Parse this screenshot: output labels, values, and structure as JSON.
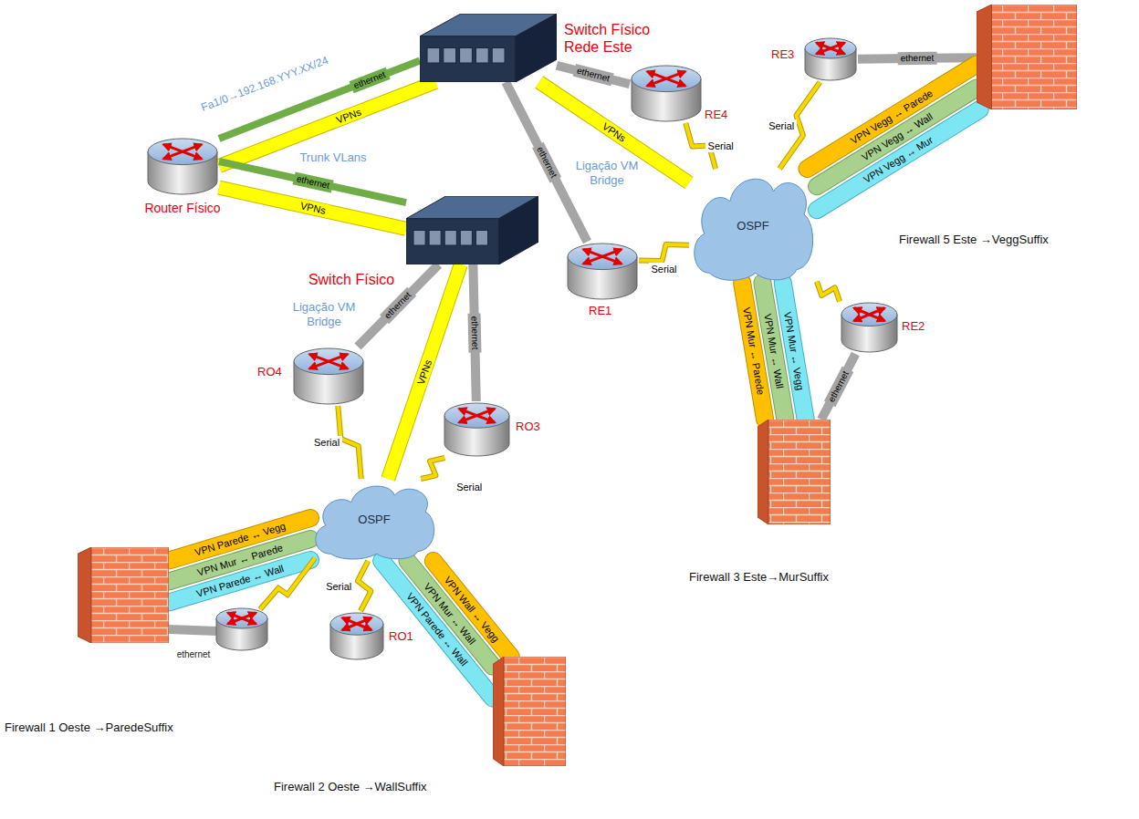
{
  "diagram": {
    "nodes": [
      {
        "text": [
          "Router Físico"
        ]
      },
      {
        "text": [
          "Switch Físico Rede Este"
        ]
      },
      {
        "text": [
          "Switch Físico"
        ]
      },
      {
        "text": [
          "RE4"
        ]
      },
      {
        "text": [
          "RE3"
        ]
      },
      {
        "text": [
          "RE1"
        ]
      },
      {
        "text": [
          "RE2"
        ]
      },
      {
        "text": [
          "OSPF"
        ]
      },
      {
        "text": [
          "RO4"
        ]
      },
      {
        "text": [
          "RO3"
        ]
      },
      {
        "text": [
          "RO1"
        ]
      },
      {
        "text": [
          "OSPF"
        ]
      },
      {
        "text": [
          "Firewall 1 Oeste →ParedeSuffix"
        ]
      },
      {
        "text": [
          "Firewall 2 Oeste →WallSuffix"
        ]
      },
      {
        "text": [
          "Firewall 3 Este→MurSuffix"
        ]
      },
      {
        "text": [
          "Firewall 5 Este →VeggSuffix"
        ]
      }
    ],
    "edges": [
      {
        "from": 0,
        "to": 1,
        "label": "ethernet",
        "arrow": "none"
      },
      {
        "from": 0,
        "to": 1,
        "label": "VPNs",
        "arrow": "none"
      },
      {
        "from": 0,
        "to": 2,
        "label": "ethernet",
        "arrow": "none"
      },
      {
        "from": 0,
        "to": 2,
        "label": "VPNs",
        "arrow": "none"
      },
      {
        "from": 1,
        "to": 3,
        "label": "ethernet",
        "arrow": "none"
      },
      {
        "from": 1,
        "to": 5,
        "label": "ethernet",
        "arrow": "none"
      },
      {
        "from": 1,
        "to": 7,
        "label": "VPNs",
        "arrow": "none"
      },
      {
        "from": 2,
        "to": 8,
        "label": "ethernet",
        "arrow": "none"
      },
      {
        "from": 2,
        "to": 9,
        "label": "ethernet",
        "arrow": "none"
      },
      {
        "from": 2,
        "to": 11,
        "label": "VPNs",
        "arrow": "none"
      },
      {
        "from": 3,
        "to": 7,
        "label": "Serial",
        "arrow": "none"
      },
      {
        "from": 4,
        "to": 7,
        "label": "Serial",
        "arrow": "none"
      },
      {
        "from": 5,
        "to": 7,
        "label": "Serial",
        "arrow": "none"
      },
      {
        "from": 6,
        "to": 7,
        "arrow": "none"
      },
      {
        "from": 8,
        "to": 11,
        "label": "Serial",
        "arrow": "none"
      },
      {
        "from": 9,
        "to": 11,
        "label": "Serial",
        "arrow": "none"
      },
      {
        "from": 10,
        "to": 11,
        "label": "Serial",
        "arrow": "none"
      },
      {
        "from": 15,
        "to": 4,
        "label": "ethernet",
        "arrow": "none"
      },
      {
        "from": 14,
        "to": 6,
        "label": "ethernet",
        "arrow": "none"
      },
      {
        "from": 15,
        "to": 7,
        "label": "VPN Vegg ↔ Parede",
        "arrow": "none"
      },
      {
        "from": 15,
        "to": 7,
        "label": "VPN Vegg ↔ Wall",
        "arrow": "none"
      },
      {
        "from": 15,
        "to": 7,
        "label": "VPN Vegg ↔ Mur",
        "arrow": "none"
      },
      {
        "from": 14,
        "to": 7,
        "label": "VPN Mur ↔ Parede",
        "arrow": "none"
      },
      {
        "from": 14,
        "to": 7,
        "label": "VPN Mur ↔ Wall",
        "arrow": "none"
      },
      {
        "from": 14,
        "to": 7,
        "label": "VPN Mur ↔ Vegg",
        "arrow": "none"
      },
      {
        "from": 12,
        "to": 11,
        "label": "VPN Parede ↔ Vegg",
        "arrow": "none"
      },
      {
        "from": 12,
        "to": 11,
        "label": "VPN Mur ↔ Parede",
        "arrow": "none"
      },
      {
        "from": 12,
        "to": 11,
        "label": "VPN Parede ↔ Wall",
        "arrow": "none"
      },
      {
        "from": 13,
        "to": 11,
        "label": "VPN Wall ↔ Vegg",
        "arrow": "none"
      },
      {
        "from": 13,
        "to": 11,
        "label": "VPN Mur ↔ Wall",
        "arrow": "none"
      },
      {
        "from": 13,
        "to": 11,
        "label": "VPN Parede ↔ Wall",
        "arrow": "none"
      }
    ],
    "labels": [
      "Fa1/0→192.168.YYY.XX/24",
      "Trunk VLans",
      "Ligação VM Bridge",
      "Ligação VM Bridge",
      "ethernet"
    ]
  }
}
